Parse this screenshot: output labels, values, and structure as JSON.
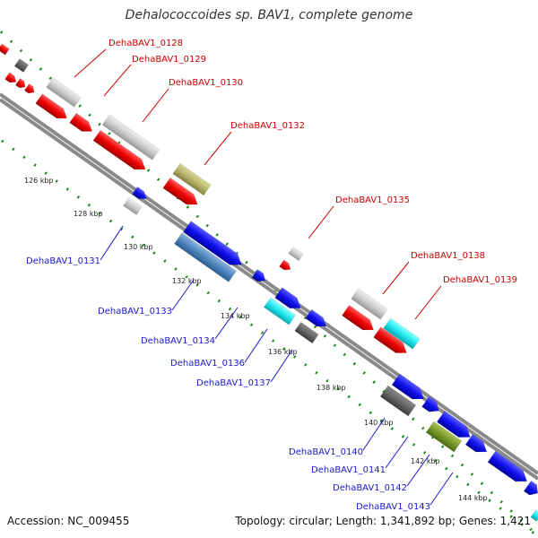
{
  "title": "Dehalococcoides sp. BAV1, complete genome",
  "footer": {
    "accession": "Accession: NC_009455",
    "summary": "Topology: circular; Length: 1,341,892 bp; Genes: 1,421"
  },
  "colors": {
    "plus_label": "#cc0000",
    "minus_label": "#1a1acc",
    "tick_dots": "#1a8a1a",
    "backbone": "#8a8a8a"
  },
  "ticks": [
    {
      "label": "126 kbp"
    },
    {
      "label": "128 kbp"
    },
    {
      "label": "130 kbp"
    },
    {
      "label": "132 kbp"
    },
    {
      "label": "134 kbp"
    },
    {
      "label": "136 kbp"
    },
    {
      "label": "138 kbp"
    },
    {
      "label": "140 kbp"
    },
    {
      "label": "142 kbp"
    },
    {
      "label": "144 kbp"
    }
  ],
  "plus_genes": [
    {
      "label": "DehaBAV1_0128"
    },
    {
      "label": "DehaBAV1_0129"
    },
    {
      "label": "DehaBAV1_0130"
    },
    {
      "label": "DehaBAV1_0132"
    },
    {
      "label": "DehaBAV1_0135"
    },
    {
      "label": "DehaBAV1_0138"
    },
    {
      "label": "DehaBAV1_0139"
    }
  ],
  "minus_genes": [
    {
      "label": "DehaBAV1_0131"
    },
    {
      "label": "DehaBAV1_0133"
    },
    {
      "label": "DehaBAV1_0134"
    },
    {
      "label": "DehaBAV1_0136"
    },
    {
      "label": "DehaBAV1_0137"
    },
    {
      "label": "DehaBAV1_0140"
    },
    {
      "label": "DehaBAV1_0141"
    },
    {
      "label": "DehaBAV1_0142"
    },
    {
      "label": "DehaBAV1_0143"
    }
  ]
}
